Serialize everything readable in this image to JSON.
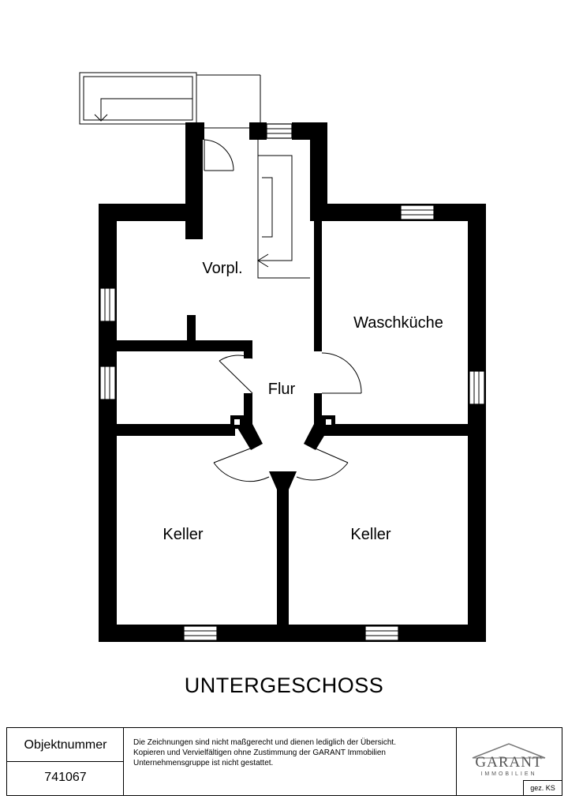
{
  "plan": {
    "rooms": [
      {
        "name": "vorplatz",
        "label": "Vorpl."
      },
      {
        "name": "waschkueche",
        "label": "Waschküche"
      },
      {
        "name": "flur",
        "label": "Flur"
      },
      {
        "name": "keller-left",
        "label": "Keller"
      },
      {
        "name": "keller-right",
        "label": "Keller"
      }
    ]
  },
  "title": "UNTERGESCHOSS",
  "footer": {
    "label": "Objektnummer",
    "number": "741067",
    "disclaimer": [
      "Die Zeichnungen sind nicht maßgerecht und dienen lediglich der Übersicht.",
      "Kopieren und Vervielfältigen ohne Zustimmung der GARANT Immobilien",
      "Unternehmensgruppe ist nicht gestattet."
    ],
    "logo_main": "GARANT",
    "logo_sub": "IMMOBILIEN",
    "drawn_by": "gez. KS"
  },
  "colors": {
    "wall": "#000000",
    "line": "#000000",
    "logo": "#555555"
  }
}
